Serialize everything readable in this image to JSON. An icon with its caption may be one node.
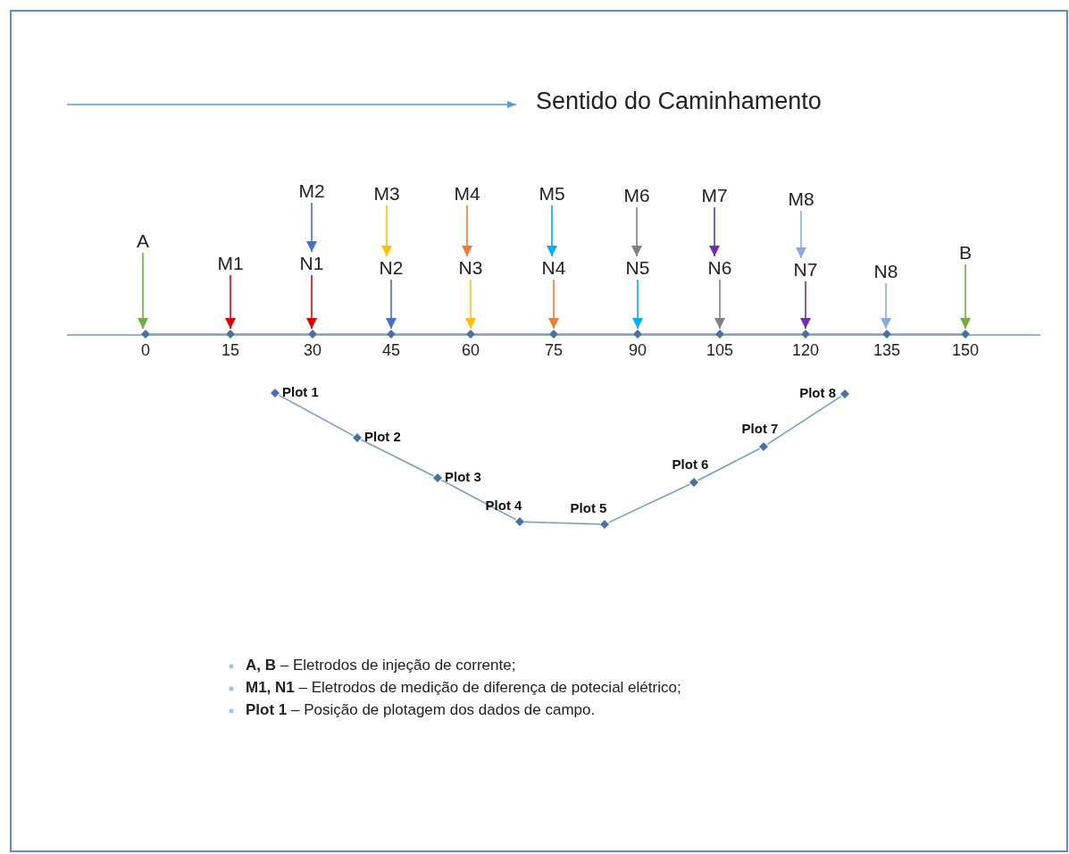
{
  "diagram": {
    "nodes": [
      {
        "text": [
          "A"
        ]
      },
      {
        "text": [
          "M1"
        ]
      },
      {
        "text": [
          "M2"
        ]
      },
      {
        "text": [
          "N1"
        ]
      },
      {
        "text": [
          "M3"
        ]
      },
      {
        "text": [
          "N2"
        ]
      },
      {
        "text": [
          "M4"
        ]
      },
      {
        "text": [
          "N3"
        ]
      },
      {
        "text": [
          "M5"
        ]
      },
      {
        "text": [
          "N4"
        ]
      },
      {
        "text": [
          "M6"
        ]
      },
      {
        "text": [
          "N5"
        ]
      },
      {
        "text": [
          "M7"
        ]
      },
      {
        "text": [
          "N6"
        ]
      },
      {
        "text": [
          "M8"
        ]
      },
      {
        "text": [
          "N7"
        ]
      },
      {
        "text": [
          "N8"
        ]
      },
      {
        "text": [
          "B"
        ]
      },
      {
        "text": [],
        "shape": "diamond",
        "beside": [
          "0"
        ]
      },
      {
        "text": [],
        "shape": "diamond",
        "beside": [
          "15"
        ]
      },
      {
        "text": [],
        "shape": "diamond",
        "beside": [
          "30"
        ]
      },
      {
        "text": [],
        "shape": "diamond",
        "beside": [
          "45"
        ]
      },
      {
        "text": [],
        "shape": "diamond",
        "beside": [
          "60"
        ]
      },
      {
        "text": [],
        "shape": "diamond",
        "beside": [
          "75"
        ]
      },
      {
        "text": [],
        "shape": "diamond",
        "beside": [
          "90"
        ]
      },
      {
        "text": [],
        "shape": "diamond",
        "beside": [
          "105"
        ]
      },
      {
        "text": [],
        "shape": "diamond",
        "beside": [
          "120"
        ]
      },
      {
        "text": [],
        "shape": "diamond",
        "beside": [
          "135"
        ]
      },
      {
        "text": [],
        "shape": "diamond",
        "beside": [
          "150"
        ]
      },
      {
        "text": [],
        "shape": "diamond",
        "beside": [
          "Plot 1"
        ]
      },
      {
        "text": [],
        "shape": "diamond",
        "beside": [
          "Plot 2"
        ]
      },
      {
        "text": [],
        "shape": "diamond",
        "beside": [
          "Plot 3"
        ]
      },
      {
        "text": [],
        "shape": "diamond",
        "beside": [
          "Plot 4"
        ]
      },
      {
        "text": [],
        "shape": "diamond",
        "beside": [
          "Plot 5"
        ]
      },
      {
        "text": [],
        "shape": "diamond",
        "beside": [
          "Plot 6"
        ]
      },
      {
        "text": [],
        "shape": "diamond",
        "beside": [
          "Plot 7"
        ]
      },
      {
        "text": [],
        "shape": "diamond",
        "beside": [
          "Plot 8"
        ]
      }
    ],
    "edges": [
      {
        "from": 0,
        "to": 18,
        "arrow": "to",
        "color": "#70ad47"
      },
      {
        "from": 1,
        "to": 19,
        "arrow": "to",
        "color": "#e00000"
      },
      {
        "from": 2,
        "to": 3,
        "arrow": "to",
        "color": "#4472c4"
      },
      {
        "from": 3,
        "to": 20,
        "arrow": "to",
        "color": "#e00000"
      },
      {
        "from": 4,
        "to": 5,
        "arrow": "to",
        "color": "#ffc000"
      },
      {
        "from": 5,
        "to": 21,
        "arrow": "to",
        "color": "#4472c4"
      },
      {
        "from": 6,
        "to": 7,
        "arrow": "to",
        "color": "#ed7d31"
      },
      {
        "from": 7,
        "to": 22,
        "arrow": "to",
        "color": "#ffc000"
      },
      {
        "from": 8,
        "to": 9,
        "arrow": "to",
        "color": "#00b0f0"
      },
      {
        "from": 9,
        "to": 23,
        "arrow": "to",
        "color": "#ed7d31"
      },
      {
        "from": 10,
        "to": 11,
        "arrow": "to",
        "color": "#7f7f7f"
      },
      {
        "from": 11,
        "to": 24,
        "arrow": "to",
        "color": "#00b0f0"
      },
      {
        "from": 12,
        "to": 13,
        "arrow": "to",
        "color": "#7030a0"
      },
      {
        "from": 13,
        "to": 25,
        "arrow": "to",
        "color": "#7f7f7f"
      },
      {
        "from": 14,
        "to": 15,
        "arrow": "to",
        "color": "#8eaadb"
      },
      {
        "from": 15,
        "to": 26,
        "arrow": "to",
        "color": "#7030a0"
      },
      {
        "from": 16,
        "to": 27,
        "arrow": "to",
        "color": "#8eaadb"
      },
      {
        "from": 17,
        "to": 28,
        "arrow": "to",
        "color": "#70ad47"
      },
      {
        "from": 18,
        "to": 19,
        "arrow": "none"
      },
      {
        "from": 19,
        "to": 20,
        "arrow": "none"
      },
      {
        "from": 20,
        "to": 21,
        "arrow": "none"
      },
      {
        "from": 21,
        "to": 22,
        "arrow": "none"
      },
      {
        "from": 22,
        "to": 23,
        "arrow": "none"
      },
      {
        "from": 23,
        "to": 24,
        "arrow": "none"
      },
      {
        "from": 24,
        "to": 25,
        "arrow": "none"
      },
      {
        "from": 25,
        "to": 26,
        "arrow": "none"
      },
      {
        "from": 26,
        "to": 27,
        "arrow": "none"
      },
      {
        "from": 27,
        "to": 28,
        "arrow": "none"
      },
      {
        "from": 29,
        "to": 30,
        "arrow": "none"
      },
      {
        "from": 30,
        "to": 31,
        "arrow": "none"
      },
      {
        "from": 31,
        "to": 32,
        "arrow": "none"
      },
      {
        "from": 32,
        "to": 33,
        "arrow": "none"
      },
      {
        "from": 33,
        "to": 34,
        "arrow": "none"
      },
      {
        "from": 34,
        "to": 35,
        "arrow": "none"
      },
      {
        "from": 35,
        "to": 36,
        "arrow": "none"
      }
    ],
    "labels": [
      "Sentido do Caminhamento",
      "**A, B** – Eletrodos de injeção de corrente;",
      "**M1, N1** – Eletrodos de medição de diferença de potecial elétrico;",
      "**Plot 1** – Posição de plotagem dos dados de campo."
    ]
  }
}
